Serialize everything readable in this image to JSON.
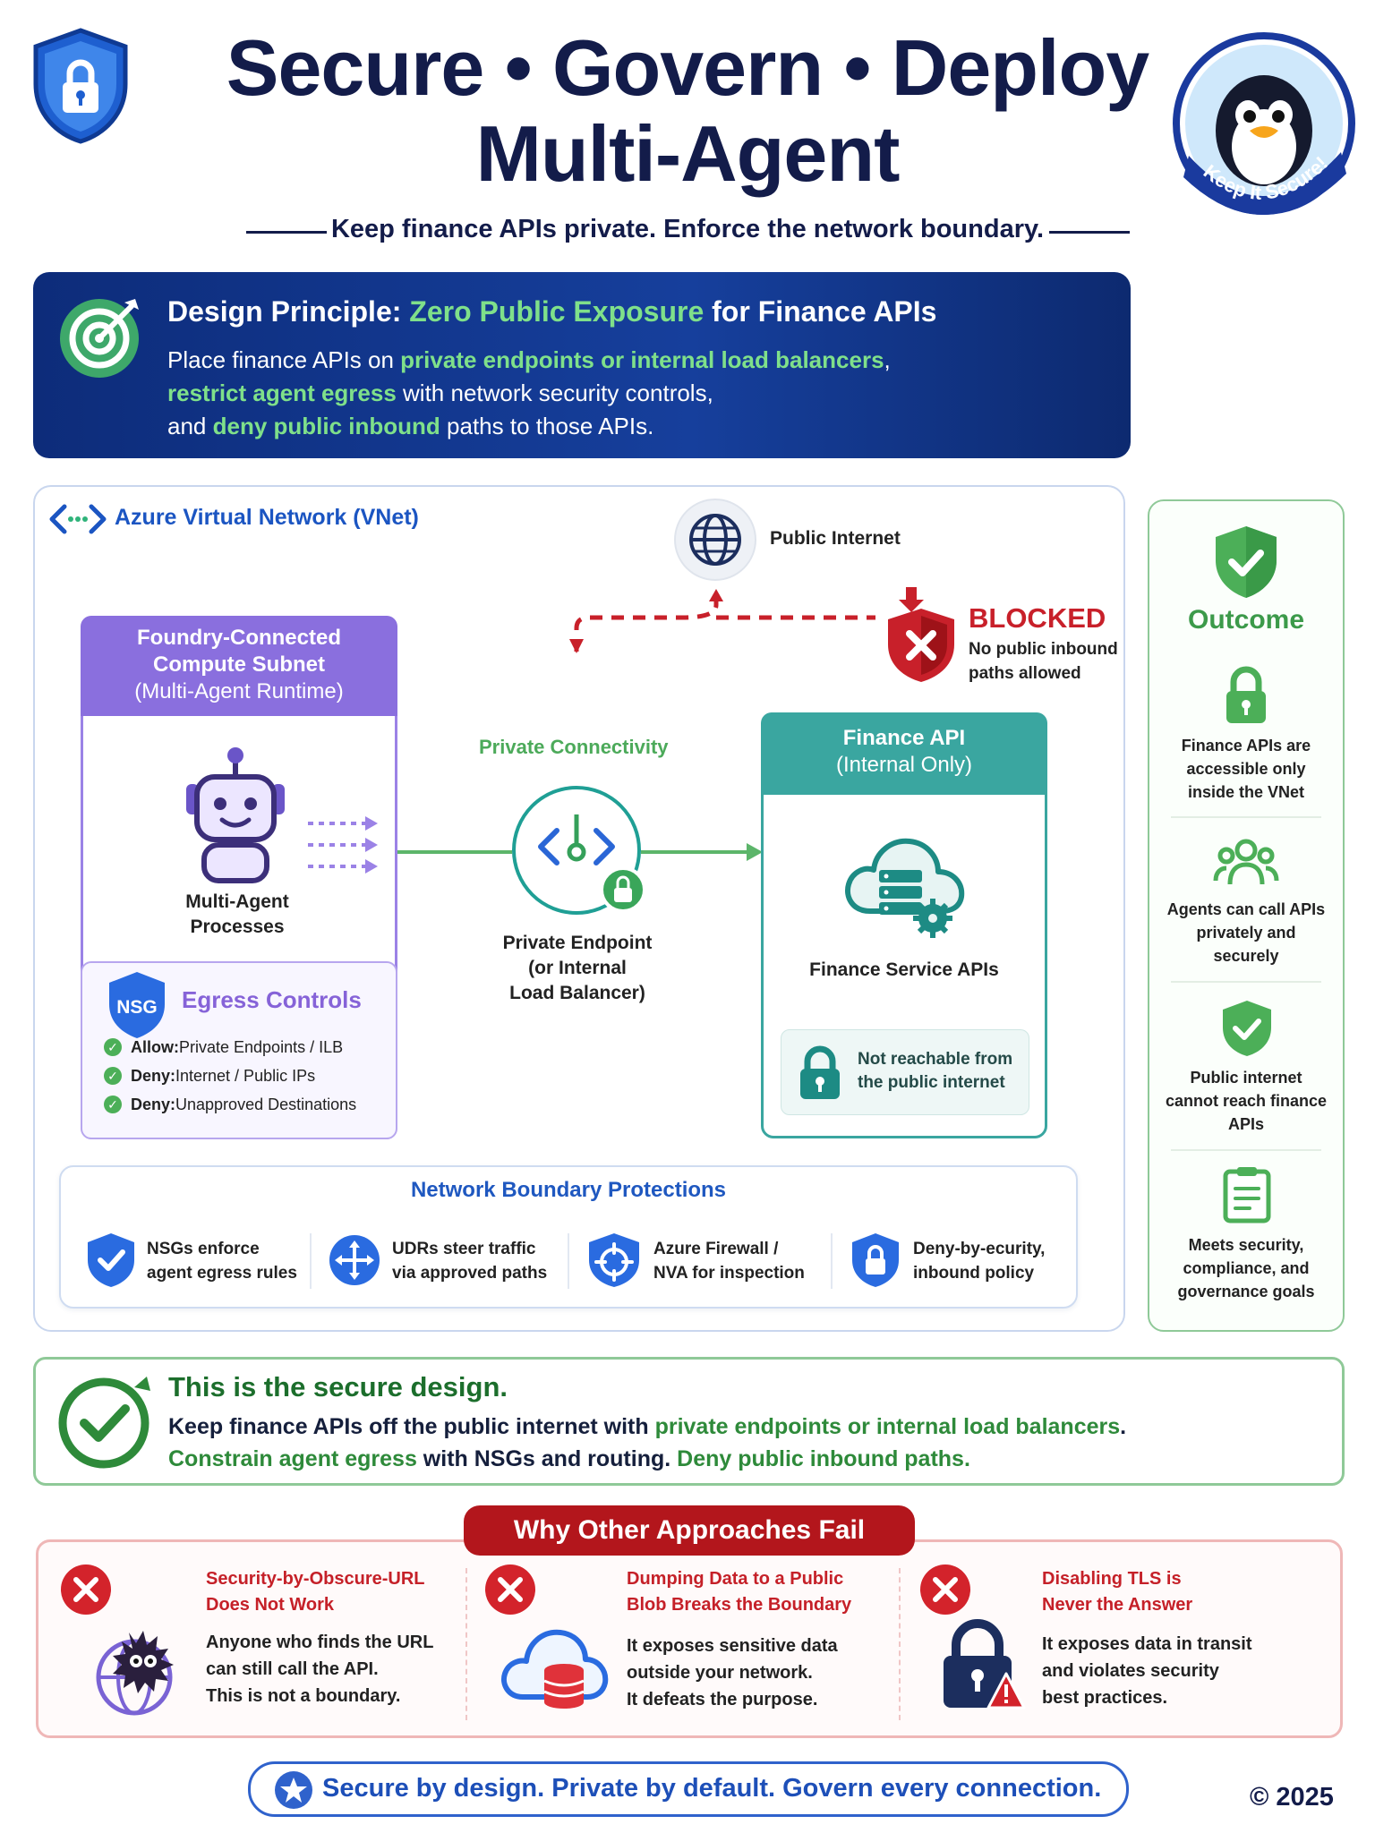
{
  "header": {
    "title_line1": "Secure • Govern • Deploy",
    "title_line2": "Multi-Agent",
    "subtitle": "Keep finance APIs private. Enforce the network boundary.",
    "badge_text": "Keep It Secure!"
  },
  "principle": {
    "head_prefix": "Design Principle: ",
    "head_highlight": "Zero Public Exposure",
    "head_suffix": " for Finance APIs",
    "line1_prefix": "Place finance APIs on ",
    "line1_highlight": "private endpoints or internal load balancers",
    "line1_suffix": ",",
    "line2_highlight": "restrict agent egress",
    "line2_suffix": " with network security controls,",
    "line3_prefix": "and ",
    "line3_highlight": "deny public inbound",
    "line3_suffix": " paths to those APIs."
  },
  "vnet": {
    "label": "Azure Virtual Network (VNet)",
    "public_internet": "Public Internet",
    "blocked_title": "BLOCKED",
    "blocked_sub": "No public inbound paths allowed",
    "subnet_line1": "Foundry-Connected",
    "subnet_line2": "Compute Subnet",
    "subnet_line3": "(Multi-Agent Runtime)",
    "processes_label": "Multi-Agent Processes",
    "nsg_badge": "NSG",
    "egress_title": "Egress Controls",
    "egress_rules": [
      {
        "kind": "Allow:",
        "text": " Private Endpoints / ILB"
      },
      {
        "kind": "Deny:",
        "text": " Internet / Public IPs"
      },
      {
        "kind": "Deny:",
        "text": " Unapproved Destinations"
      }
    ],
    "private_connectivity": "Private Connectivity",
    "pe_line1": "Private Endpoint",
    "pe_line2": "(or Internal",
    "pe_line3": "Load Balancer)",
    "finance_line1": "Finance API",
    "finance_line2": "(Internal Only)",
    "service_label": "Finance Service APIs",
    "not_reachable": "Not reachable from the public internet"
  },
  "boundary": {
    "title": "Network Boundary Protections",
    "items": [
      {
        "line1": "NSGs enforce",
        "line2": "agent egress rules"
      },
      {
        "line1": "UDRs steer traffic",
        "line2": "via approved paths"
      },
      {
        "line1": "Azure Firewall /",
        "line2": "NVA for inspection"
      },
      {
        "line1": "Deny-by-ecurity,",
        "line2": "inbound policy"
      }
    ]
  },
  "outcome": {
    "title": "Outcome",
    "items": [
      "Finance APIs are accessible only inside the VNet",
      "Agents can call APIs privately and securely",
      "Public internet cannot reach finance APIs",
      "Meets security, compliance, and governance goals"
    ]
  },
  "secure": {
    "title": "This is the secure design.",
    "l1_prefix": "Keep finance APIs off the public internet with ",
    "l1_highlight": "private endpoints or internal load balancers",
    "l1_suffix": ".",
    "l2_hl1": "Constrain agent egress",
    "l2_mid": " with NSGs and routing. ",
    "l2_hl2": "Deny public inbound paths."
  },
  "fail": {
    "banner": "Why Other Approaches Fail",
    "items": [
      {
        "title1": "Security-by-Obscure-URL",
        "title2": "Does Not Work",
        "b1": "Anyone who finds the URL",
        "b2": "can still call the API.",
        "b3": "This is not a boundary."
      },
      {
        "title1": "Dumping Data to a Public",
        "title2": "Blob Breaks the Boundary",
        "b1": "It exposes sensitive data",
        "b2": "outside your network.",
        "b3": "It defeats the purpose."
      },
      {
        "title1": "Disabling TLS is",
        "title2": "Never the Answer",
        "b1": "It exposes data in transit",
        "b2": "and violates security",
        "b3": "best practices."
      }
    ]
  },
  "footer": {
    "tagline": "Secure by design. Private by default. Govern every connection.",
    "copyright": "© 2025"
  },
  "colors": {
    "navy": "#131c4a",
    "principle_blue": "#163f9c",
    "highlight_green": "#7fe08a",
    "subnet_purple": "#8a6fde",
    "finance_teal": "#3aa6a0",
    "blocked_red": "#c8202a",
    "outcome_green": "#3c9a4a"
  },
  "icons": [
    "shield-lock-icon",
    "penguin-mascot-icon",
    "target-icon",
    "code-brackets-icon",
    "globe-icon",
    "blocked-shield-icon",
    "robot-icon",
    "endpoint-icon",
    "cloud-server-icon",
    "lock-icon",
    "check-shield-icon",
    "team-icon",
    "checklist-icon",
    "check-circle-icon",
    "error-x-icon",
    "hacker-globe-icon",
    "cloud-database-icon",
    "padlock-warning-icon",
    "star-badge-icon"
  ]
}
